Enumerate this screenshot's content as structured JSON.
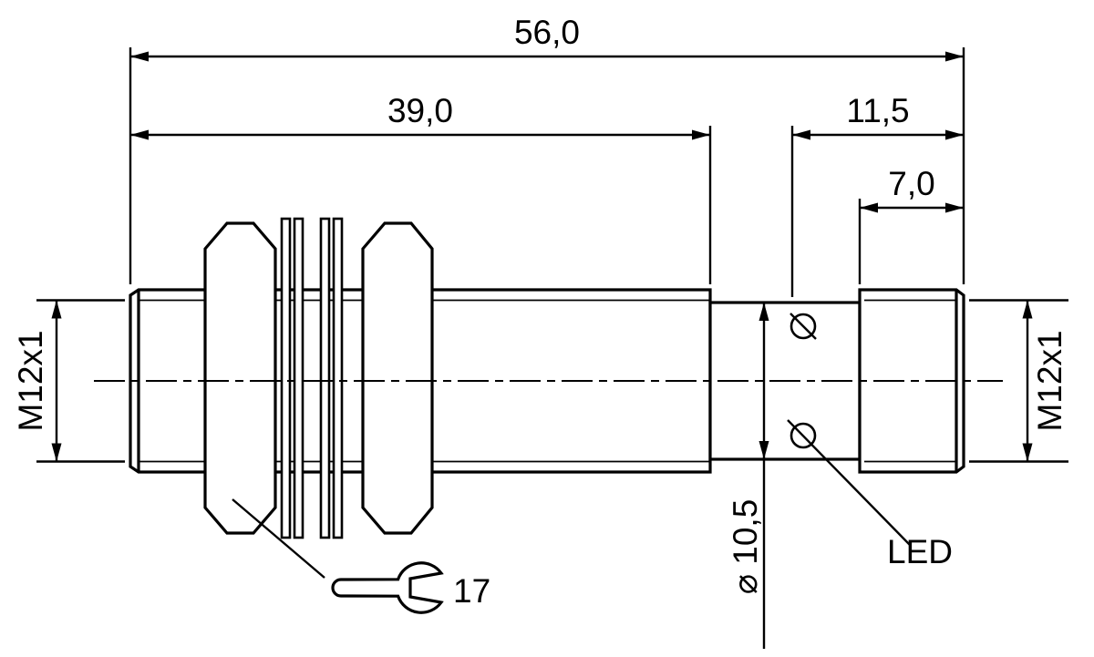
{
  "drawing": {
    "colors": {
      "line": "#000000",
      "background": "#ffffff"
    },
    "labels": {
      "overall_length": "56,0",
      "barrel_length": "39,0",
      "connector_length": "11,5",
      "connector_thread_length": "7,0",
      "thread_left": "M12x1",
      "thread_right": "M12x1",
      "diameter": "⌀ 10,5",
      "led": "LED",
      "wrench_size": "17"
    },
    "symbols": {
      "wrench": "open-end-wrench-icon",
      "led_holes": "led-indicator-holes",
      "centerline": "dash-dot-centerline"
    }
  }
}
